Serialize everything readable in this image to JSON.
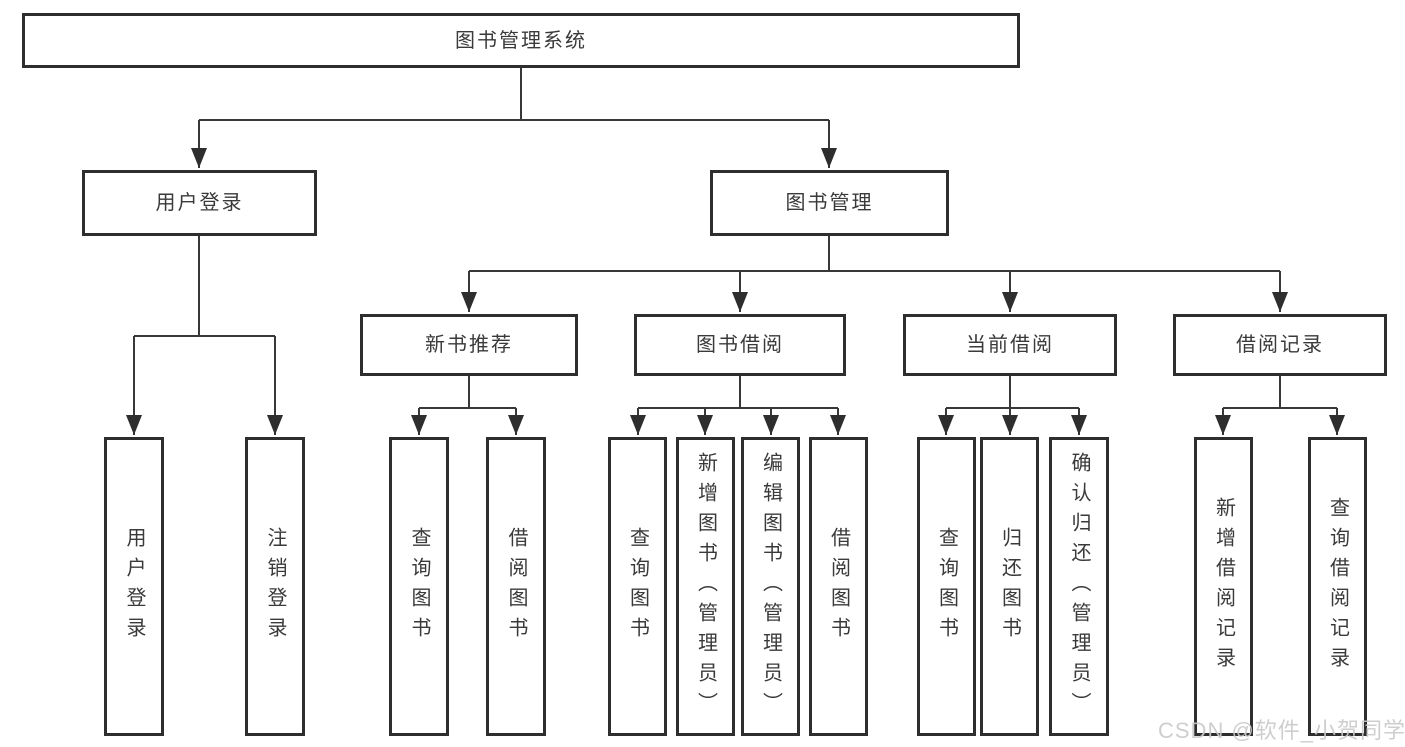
{
  "diagram_title": "图书管理系统",
  "colors": {
    "background": "#ffffff",
    "box_border": "#2e2e2e",
    "line": "#383838",
    "text": "#3a3a3a",
    "watermark": "#cacaca"
  },
  "tree": {
    "root": "图书管理系统",
    "level2": [
      "用户登录",
      "图书管理"
    ],
    "login_children": [
      "用户登录",
      "注销登录"
    ],
    "mgmt_children": [
      "新书推荐",
      "图书借阅",
      "当前借阅",
      "借阅记录"
    ],
    "recommend_children": [
      "查询图书",
      "借阅图书"
    ],
    "borrow_children": [
      "查询图书",
      "新增图书（管理员）",
      "编辑图书（管理员）",
      "借阅图书"
    ],
    "current_children": [
      "查询图书",
      "归还图书",
      "确认归还（管理员）"
    ],
    "record_children": [
      "新增借阅记录",
      "查询借阅记录"
    ]
  },
  "watermark": {
    "text": "CSDN @软件_小贺同学"
  }
}
